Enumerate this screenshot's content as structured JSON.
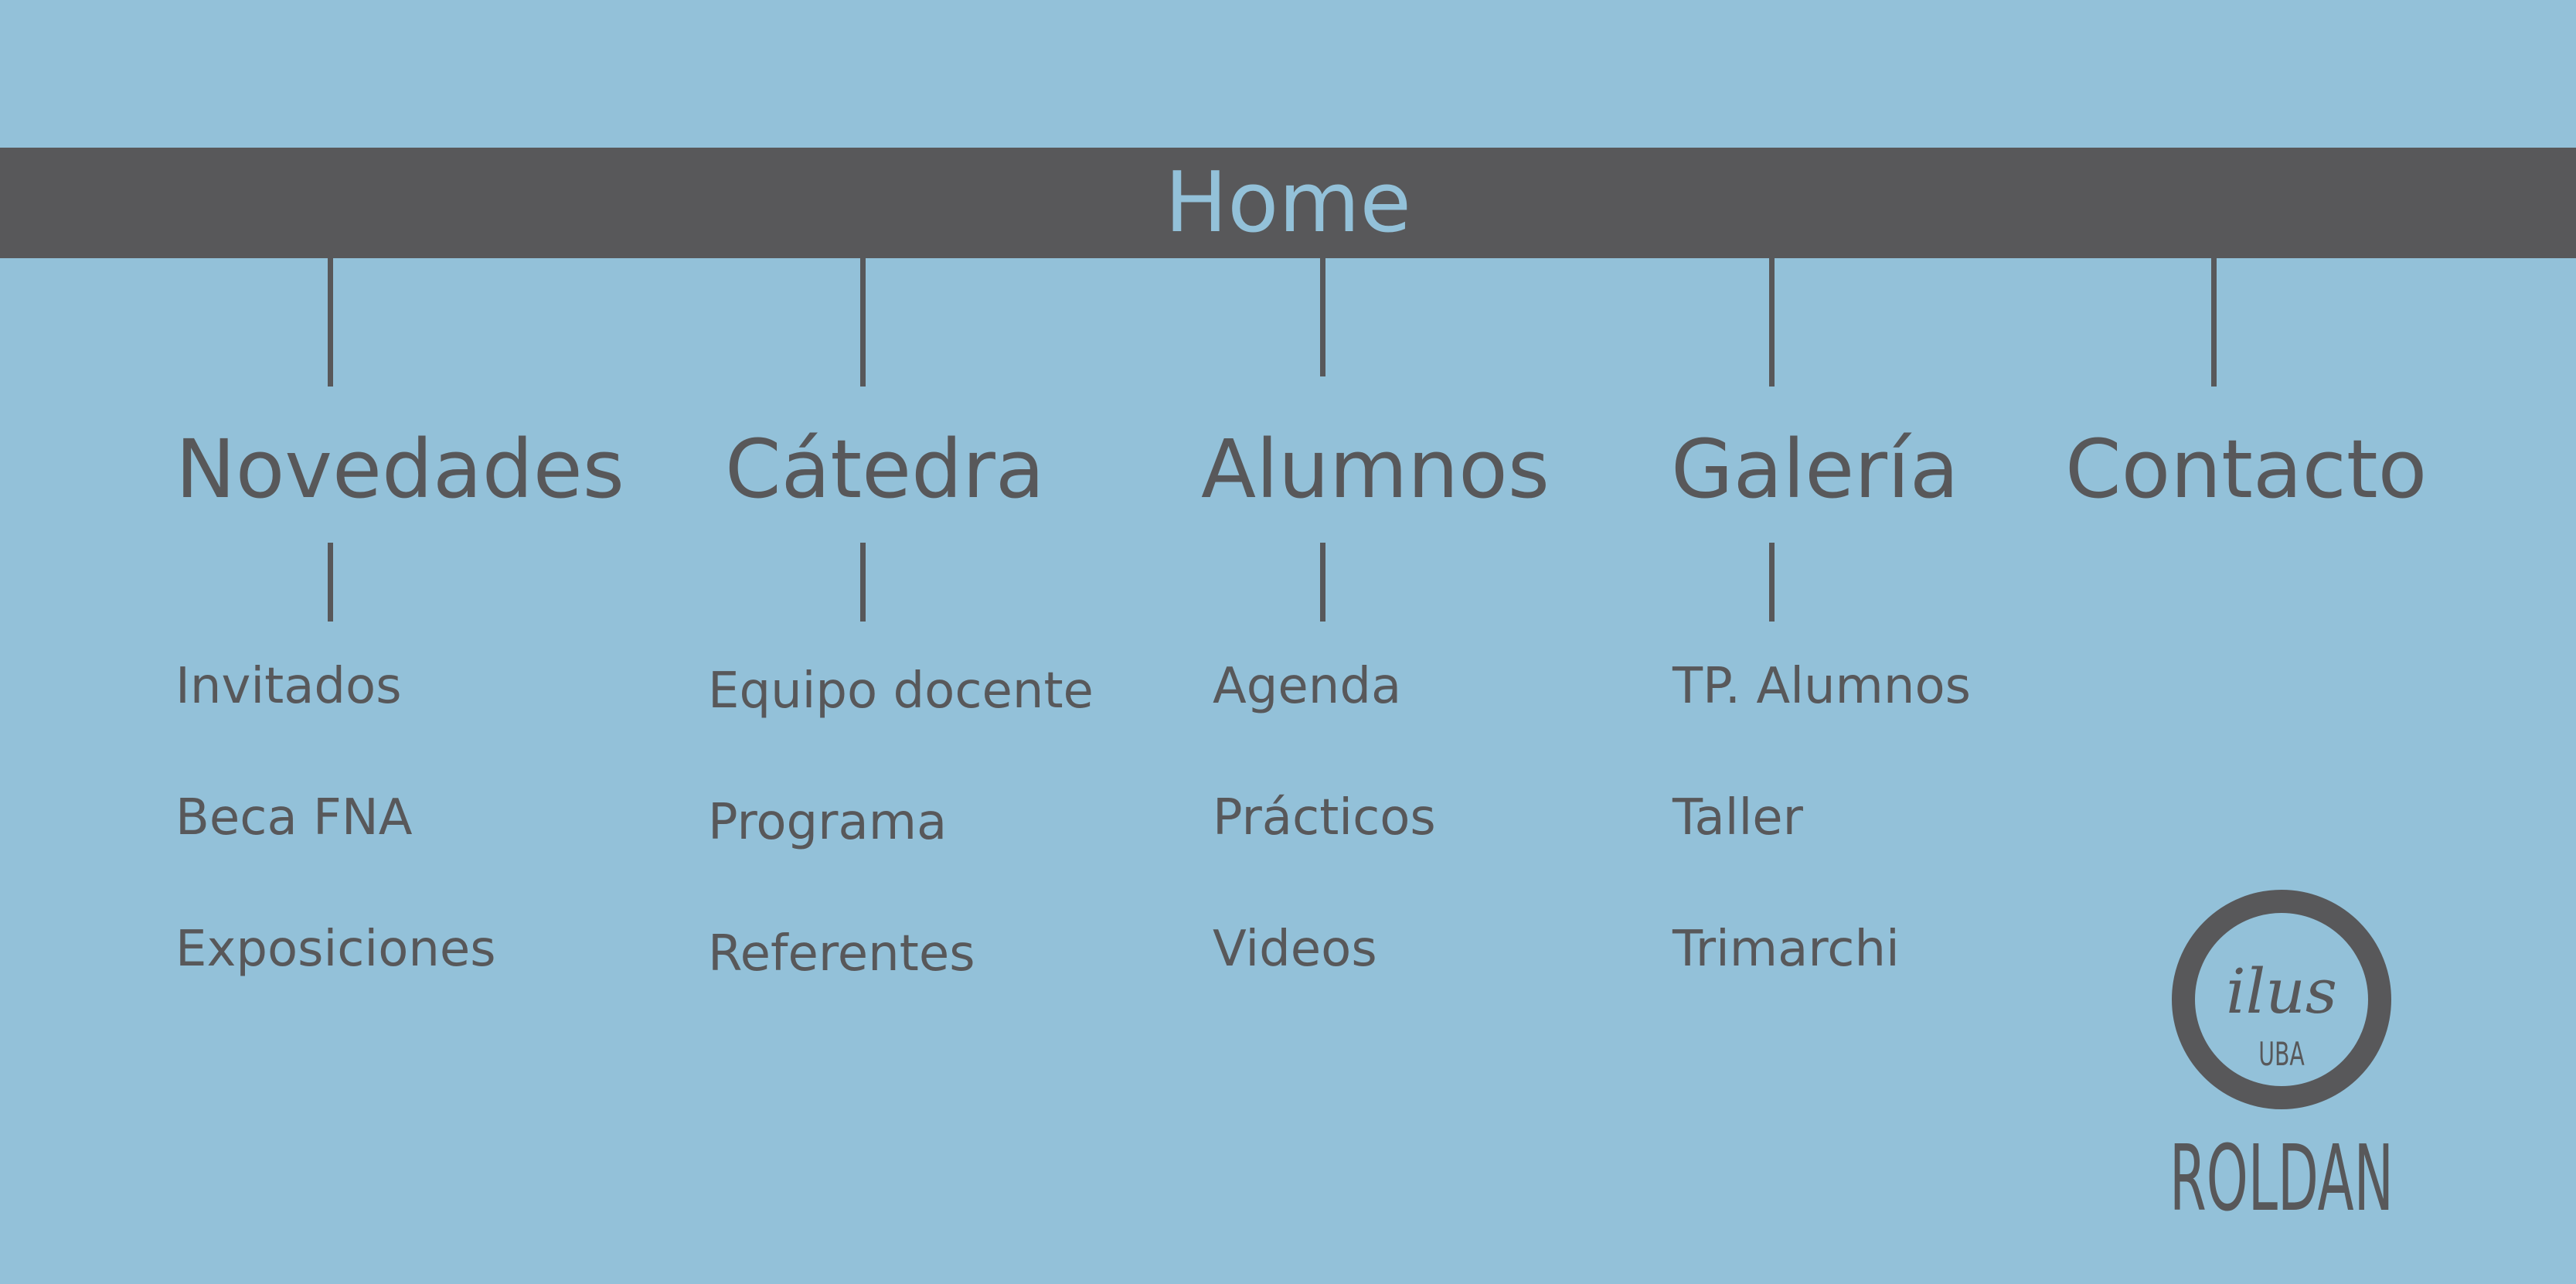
{
  "root": {
    "label": "Home"
  },
  "sections": [
    {
      "label": "Novedades",
      "children": [
        "Invitados",
        "Beca FNA",
        "Exposiciones"
      ]
    },
    {
      "label": "Cátedra",
      "children": [
        "Equipo docente",
        "Programa",
        "Referentes"
      ]
    },
    {
      "label": "Alumnos",
      "children": [
        "Agenda",
        "Prácticos",
        "Videos"
      ]
    },
    {
      "label": "Galería",
      "children": [
        "TP. Alumnos",
        "Taller",
        "Trimarchi"
      ]
    },
    {
      "label": "Contacto",
      "children": []
    }
  ],
  "logo": {
    "script": "ilus",
    "sub": "UBA",
    "name": "ROLDAN"
  },
  "colors": {
    "background": "#93c1d9",
    "bar": "#58585a",
    "text": "#58585a"
  }
}
